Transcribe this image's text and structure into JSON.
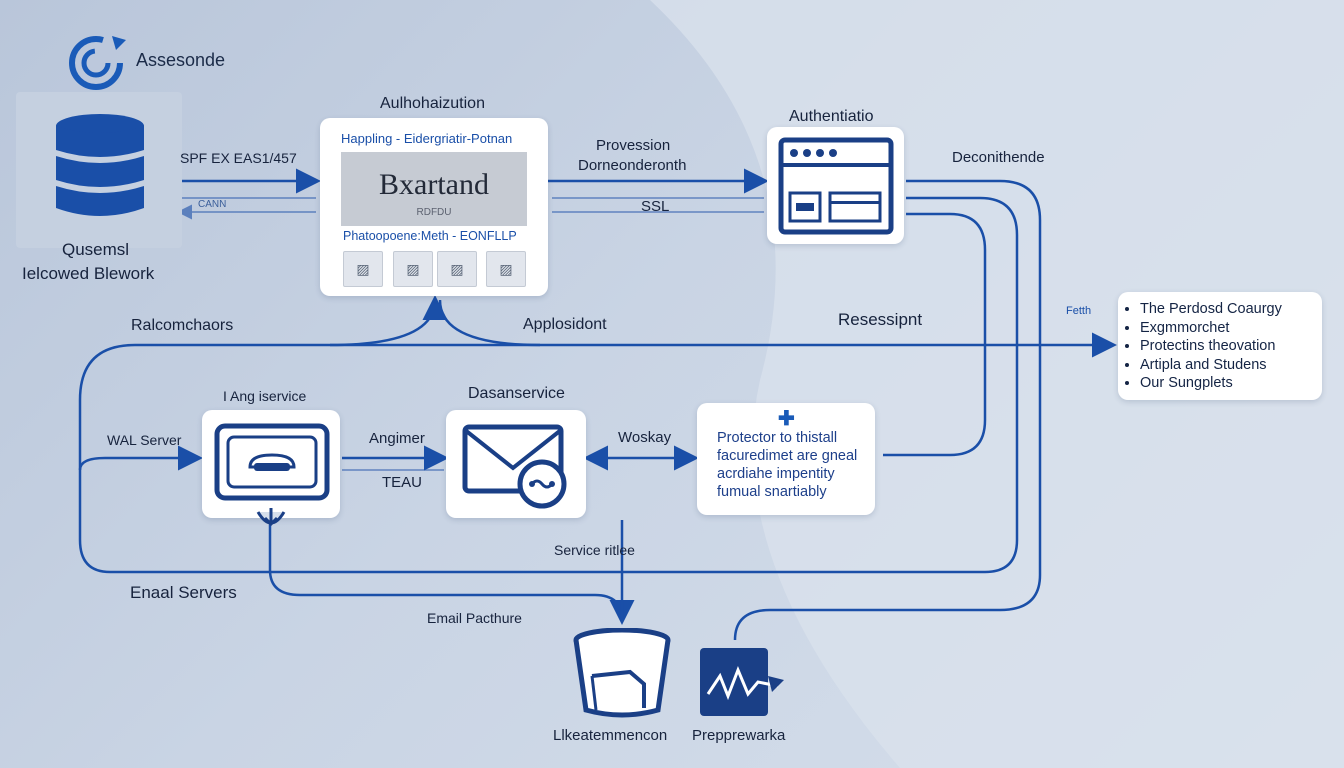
{
  "brand": {
    "name": "Assesonde",
    "logo_icon": "circular-arrow-logo-icon",
    "accent": "#1a5bb8"
  },
  "database": {
    "icon": "database-icon",
    "line1": "Qusemsl",
    "line2": "Ielcowed Blework"
  },
  "arrows_left": {
    "top": "SPF EX EAS1/457",
    "bottom": "CANN"
  },
  "authorization": {
    "heading": "Aulhohaizution",
    "top_text": "Happling - Eidergriatir-Potnan",
    "big_word": "Bxartand",
    "big_sub": "RDFDU",
    "bottom_text": "Phatoopoene:Meth - EONFLLP",
    "thumbs": [
      "image-icon",
      "image-icon",
      "image-icon",
      "image-icon"
    ]
  },
  "provession": {
    "line1": "Provession",
    "line2": "Dorneonderonth",
    "ssl": "SSL"
  },
  "authentication": {
    "heading": "Authentiatio",
    "icon": "browser-window-icon"
  },
  "deconithende": "Deconithende",
  "feth": "Fetth",
  "features": [
    "The Perdosd Coaurgy",
    "Exgmmorchet",
    "Protectins theovation",
    "Artipla and Studens",
    "Our Sungplets"
  ],
  "mid_labels": {
    "left": "Ralcomchaors",
    "center": "Applosidont",
    "right": "Resessipnt"
  },
  "email_service": {
    "heading": "I Ang iservice",
    "server": "WAL Server",
    "icon": "router-icon"
  },
  "dataservice": {
    "heading": "Dasanservice",
    "angimer": "Angimer",
    "teau": "TEAU",
    "icon": "envelope-link-icon"
  },
  "worksy": "Woskay",
  "protector": {
    "icon": "plus-icon",
    "lines": [
      "Protector to thistall",
      "facuredimet are gneal",
      "acrdiahe impentity",
      "fumual snartiably"
    ]
  },
  "service_ritlee": "Service ritlee",
  "email_servers": "Enaal Servers",
  "email_pacthure": "Email Pacthure",
  "bottom_left": {
    "label": "Llkeatemmencon",
    "icon": "bucket-icon"
  },
  "bottom_right": {
    "label": "Prepprewarka",
    "icon": "activity-chart-icon"
  }
}
